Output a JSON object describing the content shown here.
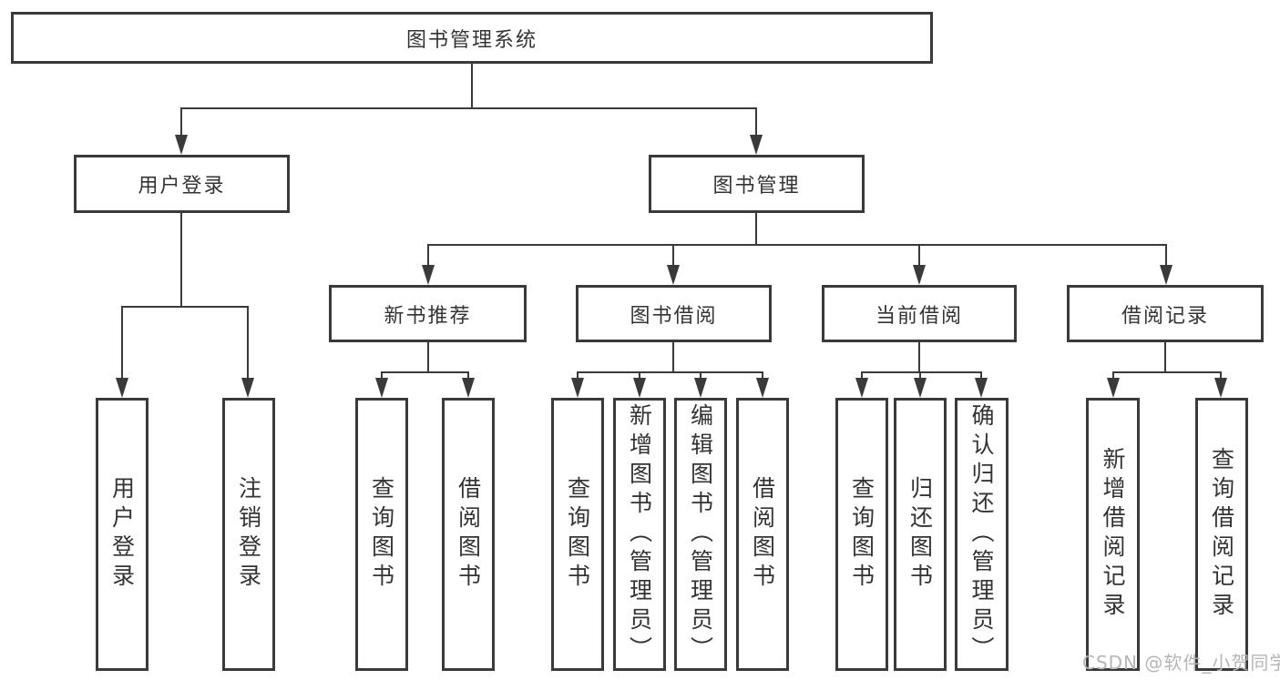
{
  "nodes": {
    "root": "图书管理系统",
    "l1": [
      "用户登录",
      "图书管理"
    ],
    "l2": [
      "新书推荐",
      "图书借阅",
      "当前借阅",
      "借阅记录"
    ],
    "leaves": {
      "user_login": [
        "用户登录",
        "注销登录"
      ],
      "new_book": [
        "查询图书",
        "借阅图书"
      ],
      "borrow": [
        "查询图书",
        "新增图书（管理员）",
        "编辑图书（管理员）",
        "借阅图书"
      ],
      "current": [
        "查询图书",
        "归还图书",
        "确认归还（管理员）"
      ],
      "records": [
        "新增借阅记录",
        "查询借阅记录"
      ]
    }
  },
  "watermark": "CSDN @软件_小贺同学",
  "colors": {
    "line": "#3a3a3a",
    "text": "#333333",
    "watermark": "#b5b5b5",
    "background": "#ffffff"
  }
}
